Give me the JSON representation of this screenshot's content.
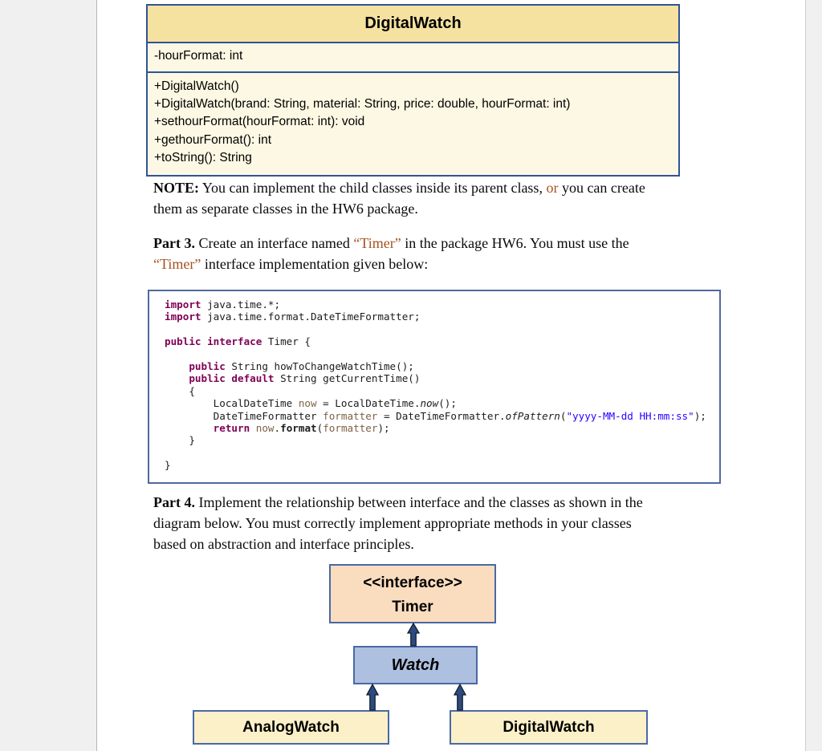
{
  "colors": {
    "outer_bg": "#f0f0f0",
    "page_bg": "#ffffff",
    "uml_header_bg": "#f5e1a0",
    "uml_body_bg": "#fdf8e4",
    "uml_border": "#2f5496",
    "code_border": "#50699c",
    "code_keyword": "#7f0055",
    "code_string": "#2a00ff",
    "code_variable": "#7d6246",
    "accent_text": "#a5511e",
    "interface_box_bg": "#faddbf",
    "watch_box_bg": "#aec0e0",
    "class_box_bg": "#fbf0c8",
    "diagram_border": "#4a69a5",
    "arrow_fill": "#2e4b7e"
  },
  "uml_class": {
    "title": "DigitalWatch",
    "attributes": [
      "-hourFormat: int"
    ],
    "methods": [
      "+DigitalWatch()",
      "+DigitalWatch(brand: String, material: String, price: double, hourFormat: int)",
      "+sethourFormat(hourFormat: int): void",
      "+gethourFormat(): int",
      "+toString(): String"
    ]
  },
  "paragraphs": {
    "note": [
      {
        "t": "NOTE:",
        "s": "sb"
      },
      {
        "t": " You can implement the child classes inside its parent class, "
      },
      {
        "t": "or",
        "s": "so"
      },
      {
        "t": " you can create"
      },
      {
        "t": "\n"
      },
      {
        "t": "them as separate classes in the HW6 package."
      }
    ],
    "part3": [
      {
        "t": "Part 3.",
        "s": "sb"
      },
      {
        "t": " Create an interface named "
      },
      {
        "t": "“Timer”",
        "s": "so"
      },
      {
        "t": " in the package HW6. You must use the"
      },
      {
        "t": "\n"
      },
      {
        "t": "“Timer”",
        "s": "so"
      },
      {
        "t": " interface implementation given below:"
      }
    ],
    "part4": [
      {
        "t": "Part 4.",
        "s": "sb"
      },
      {
        "t": " Implement the relationship between interface and the classes as shown in the"
      },
      {
        "t": "\n"
      },
      {
        "t": "diagram below. You must correctly implement appropriate methods in your classes"
      },
      {
        "t": "\n"
      },
      {
        "t": "based on abstraction and interface principles."
      }
    ]
  },
  "code_block": {
    "lines": [
      [
        {
          "t": "import",
          "s": "kw"
        },
        {
          "t": " java.time.*;"
        }
      ],
      [
        {
          "t": "import",
          "s": "kw"
        },
        {
          "t": " java.time.format.DateTimeFormatter;"
        }
      ],
      [],
      [
        {
          "t": "public interface",
          "s": "kw"
        },
        {
          "t": " Timer {"
        }
      ],
      [],
      [
        {
          "t": "    "
        },
        {
          "t": "public",
          "s": "kw"
        },
        {
          "t": " String howToChangeWatchTime();"
        }
      ],
      [
        {
          "t": "    "
        },
        {
          "t": "public default",
          "s": "kw"
        },
        {
          "t": " String getCurrentTime()"
        }
      ],
      [
        {
          "t": "    {"
        }
      ],
      [
        {
          "t": "        LocalDateTime "
        },
        {
          "t": "now",
          "s": "vr"
        },
        {
          "t": " = LocalDateTime."
        },
        {
          "t": "now",
          "s": "itl"
        },
        {
          "t": "();"
        }
      ],
      [
        {
          "t": "        DateTimeFormatter "
        },
        {
          "t": "formatter",
          "s": "vr"
        },
        {
          "t": " = DateTimeFormatter."
        },
        {
          "t": "ofPattern",
          "s": "itl"
        },
        {
          "t": "("
        },
        {
          "t": "\"yyyy-MM-dd HH:mm:ss\"",
          "s": "str"
        },
        {
          "t": ");"
        }
      ],
      [
        {
          "t": "        "
        },
        {
          "t": "return",
          "s": "kw"
        },
        {
          "t": " "
        },
        {
          "t": "now",
          "s": "vr"
        },
        {
          "t": "."
        },
        {
          "t": "format",
          "s": "bld"
        },
        {
          "t": "("
        },
        {
          "t": "formatter",
          "s": "vr"
        },
        {
          "t": ");"
        }
      ],
      [
        {
          "t": "    }"
        }
      ],
      [],
      [
        {
          "t": "}"
        }
      ]
    ]
  },
  "diagram": {
    "interface_stereotype": "<<interface>>",
    "interface_name": "Timer",
    "abstract_class": "Watch",
    "subclass_left": "AnalogWatch",
    "subclass_right": "DigitalWatch"
  }
}
